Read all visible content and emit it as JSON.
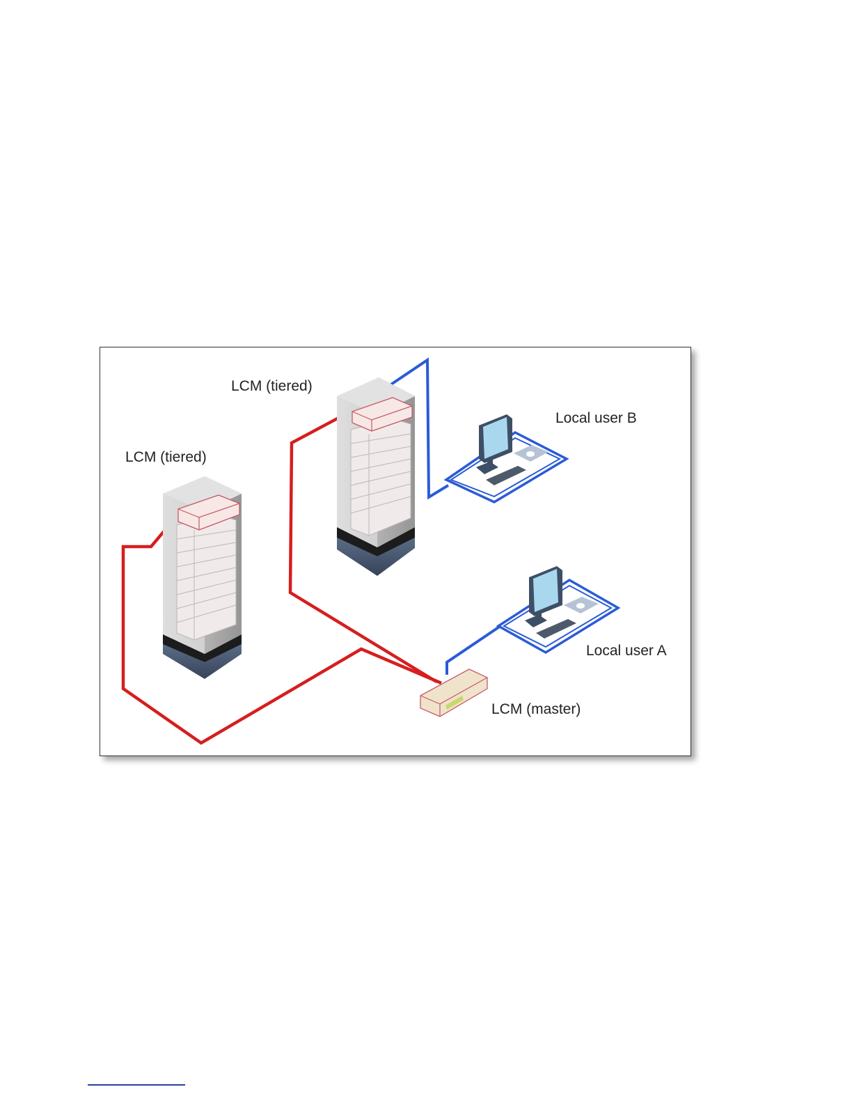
{
  "diagram": {
    "labels": {
      "lcm_tiered_top": "LCM (tiered)",
      "lcm_tiered_left": "LCM (tiered)",
      "local_user_b": "Local user B",
      "local_user_a": "Local user A",
      "lcm_master": "LCM (master)"
    },
    "colors": {
      "tier_cable": "#d61e1e",
      "user_cable": "#2a5bd7",
      "rack_shell": "#c9c9c9",
      "rack_base": "#1c1c1c",
      "server_unit": "#f1eaea",
      "lcm_unit": "#f7e8e6",
      "workstation_outline": "#2a5bd7"
    },
    "icons": [
      "rack-icon",
      "server-icon",
      "workstation-icon",
      "monitor-icon",
      "keyboard-icon",
      "mouse-icon",
      "switch-icon"
    ]
  }
}
